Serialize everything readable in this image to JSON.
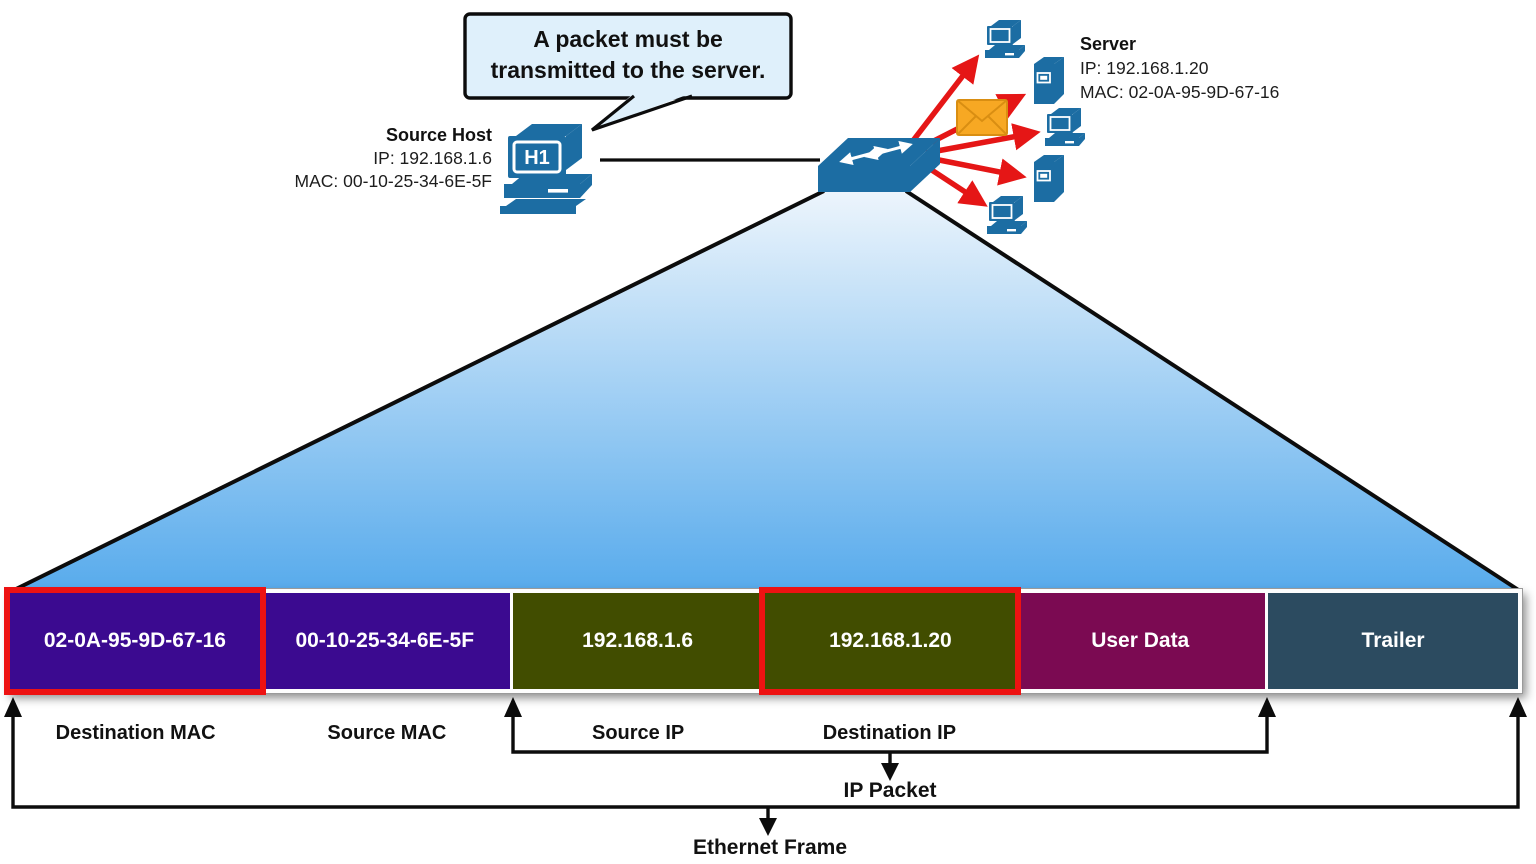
{
  "bubble": {
    "line1": "A packet must be",
    "line2": "transmitted to the server."
  },
  "source_host": {
    "title": "Source Host",
    "ip": "IP: 192.168.1.6",
    "mac": "MAC: 00-10-25-34-6E-5F",
    "device_label": "H1"
  },
  "server": {
    "title": "Server",
    "ip": "IP: 192.168.1.20",
    "mac": "MAC: 02-0A-95-9D-67-16"
  },
  "network": {
    "switch_icon": "network-switch-icon",
    "packet_icon": "envelope-icon",
    "devices": [
      "desktop-computer",
      "server-tower",
      "desktop-computer",
      "server-tower",
      "desktop-computer"
    ]
  },
  "frame_fields": [
    {
      "value": "02-0A-95-9D-67-16",
      "label": "Destination MAC",
      "color": "#3B0A90",
      "highlighted": true
    },
    {
      "value": "00-10-25-34-6E-5F",
      "label": "Source MAC",
      "color": "#3B0A90",
      "highlighted": false
    },
    {
      "value": "192.168.1.6",
      "label": "Source IP",
      "color": "#414D00",
      "highlighted": false
    },
    {
      "value": "192.168.1.20",
      "label": "Destination IP",
      "color": "#414D00",
      "highlighted": true
    },
    {
      "value": "User Data",
      "label": "",
      "color": "#7B0A52",
      "highlighted": false
    },
    {
      "value": "Trailer",
      "label": "",
      "color": "#2C4B60",
      "highlighted": false
    }
  ],
  "brackets": {
    "ip_packet": "IP Packet",
    "ethernet_frame": "Ethernet Frame"
  },
  "colors": {
    "accent_red": "#ED1212",
    "device_blue": "#1C6DA3",
    "bubble_bg": "#DFF0FB",
    "envelope_orange": "#F7A823",
    "envelope_border": "#D98E12",
    "triangle_top": "#EDF5FC",
    "triangle_bottom": "#58ABEC"
  }
}
